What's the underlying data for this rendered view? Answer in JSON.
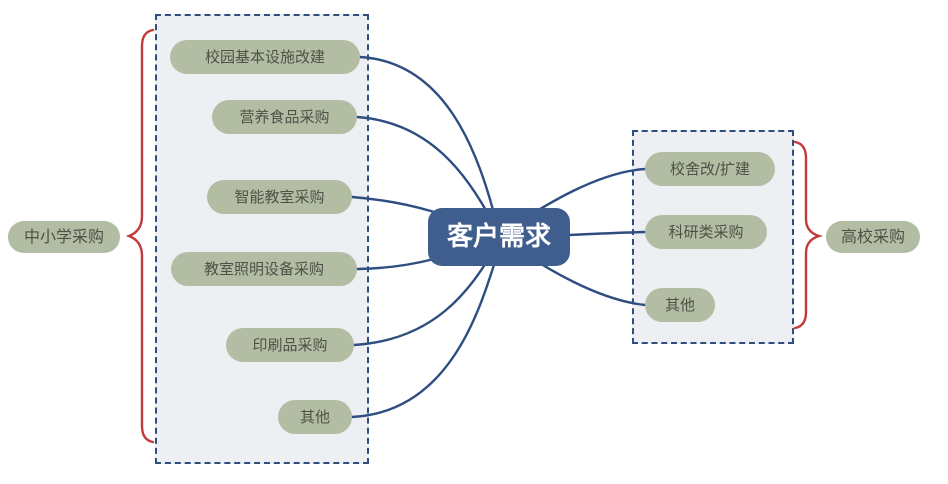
{
  "center": {
    "label": "客户需求"
  },
  "left_group": {
    "brace_label": "中小学采购",
    "items": [
      "校园基本设施改建",
      "营养食品采购",
      "智能教室采购",
      "教室照明设备采购",
      "印刷品采购",
      "其他"
    ]
  },
  "right_group": {
    "brace_label": "高校采购",
    "items": [
      "校舍改/扩建",
      "科研类采购",
      "其他"
    ]
  },
  "colors": {
    "center_bg": "#3f5e8e",
    "center_text": "#ffffff",
    "node_bg": "#b2bda4",
    "node_text": "#4c5246",
    "connector": "#2e4e80",
    "brace": "#c23b3b",
    "box_border": "#2e4e80",
    "box_bg": "#edeff2"
  }
}
